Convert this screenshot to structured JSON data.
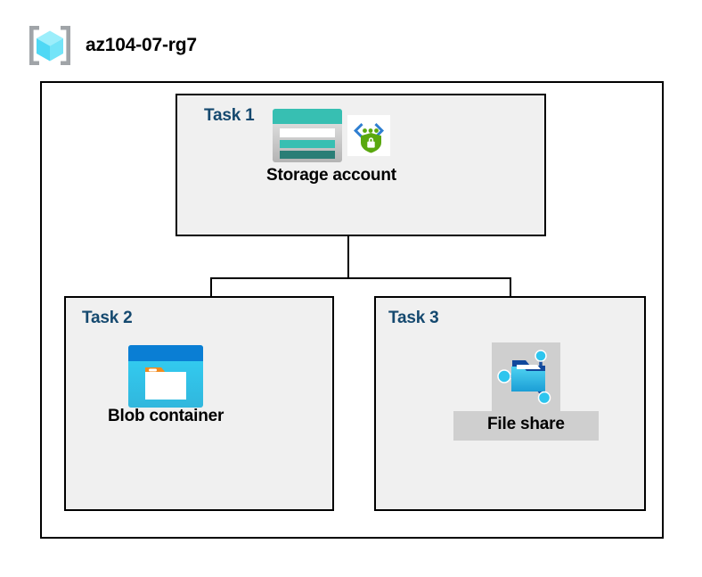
{
  "header": {
    "icon": "resource-group-icon",
    "title": "az104-07-rg7"
  },
  "container": {
    "name": "resource-group-container"
  },
  "tasks": [
    {
      "label": "Task 1",
      "resource": {
        "caption": "Storage account",
        "icons": [
          "storage-account-icon",
          "secure-endpoint-shield-icon"
        ],
        "highlighted": false
      }
    },
    {
      "label": "Task 2",
      "resource": {
        "caption": "Blob container",
        "icons": [
          "blob-container-icon"
        ],
        "highlighted": false
      }
    },
    {
      "label": "Task 3",
      "resource": {
        "caption": "File share",
        "icons": [
          "file-share-icon"
        ],
        "highlighted": true
      }
    }
  ],
  "colors": {
    "task_label": "#15496f",
    "box_border": "#000000",
    "box_fill": "#f0f0f0",
    "page_bg": "#ffffff",
    "highlight": "#cfcfcf",
    "storage_teal": "#37bfb2",
    "storage_teal_dark": "#2a7e76",
    "blob_blue": "#0078d4",
    "blob_cyan": "#32c8f0",
    "file_share_cyan": "#32bde8",
    "shield_green": "#5aa80f",
    "cube_cyan": "#7fe3f7",
    "bracket_gray": "#a0a4a8"
  },
  "connectors": {
    "trunk": "storage-account-to-bus",
    "left_branch": "bus-to-blob-container",
    "right_branch": "bus-to-file-share"
  }
}
